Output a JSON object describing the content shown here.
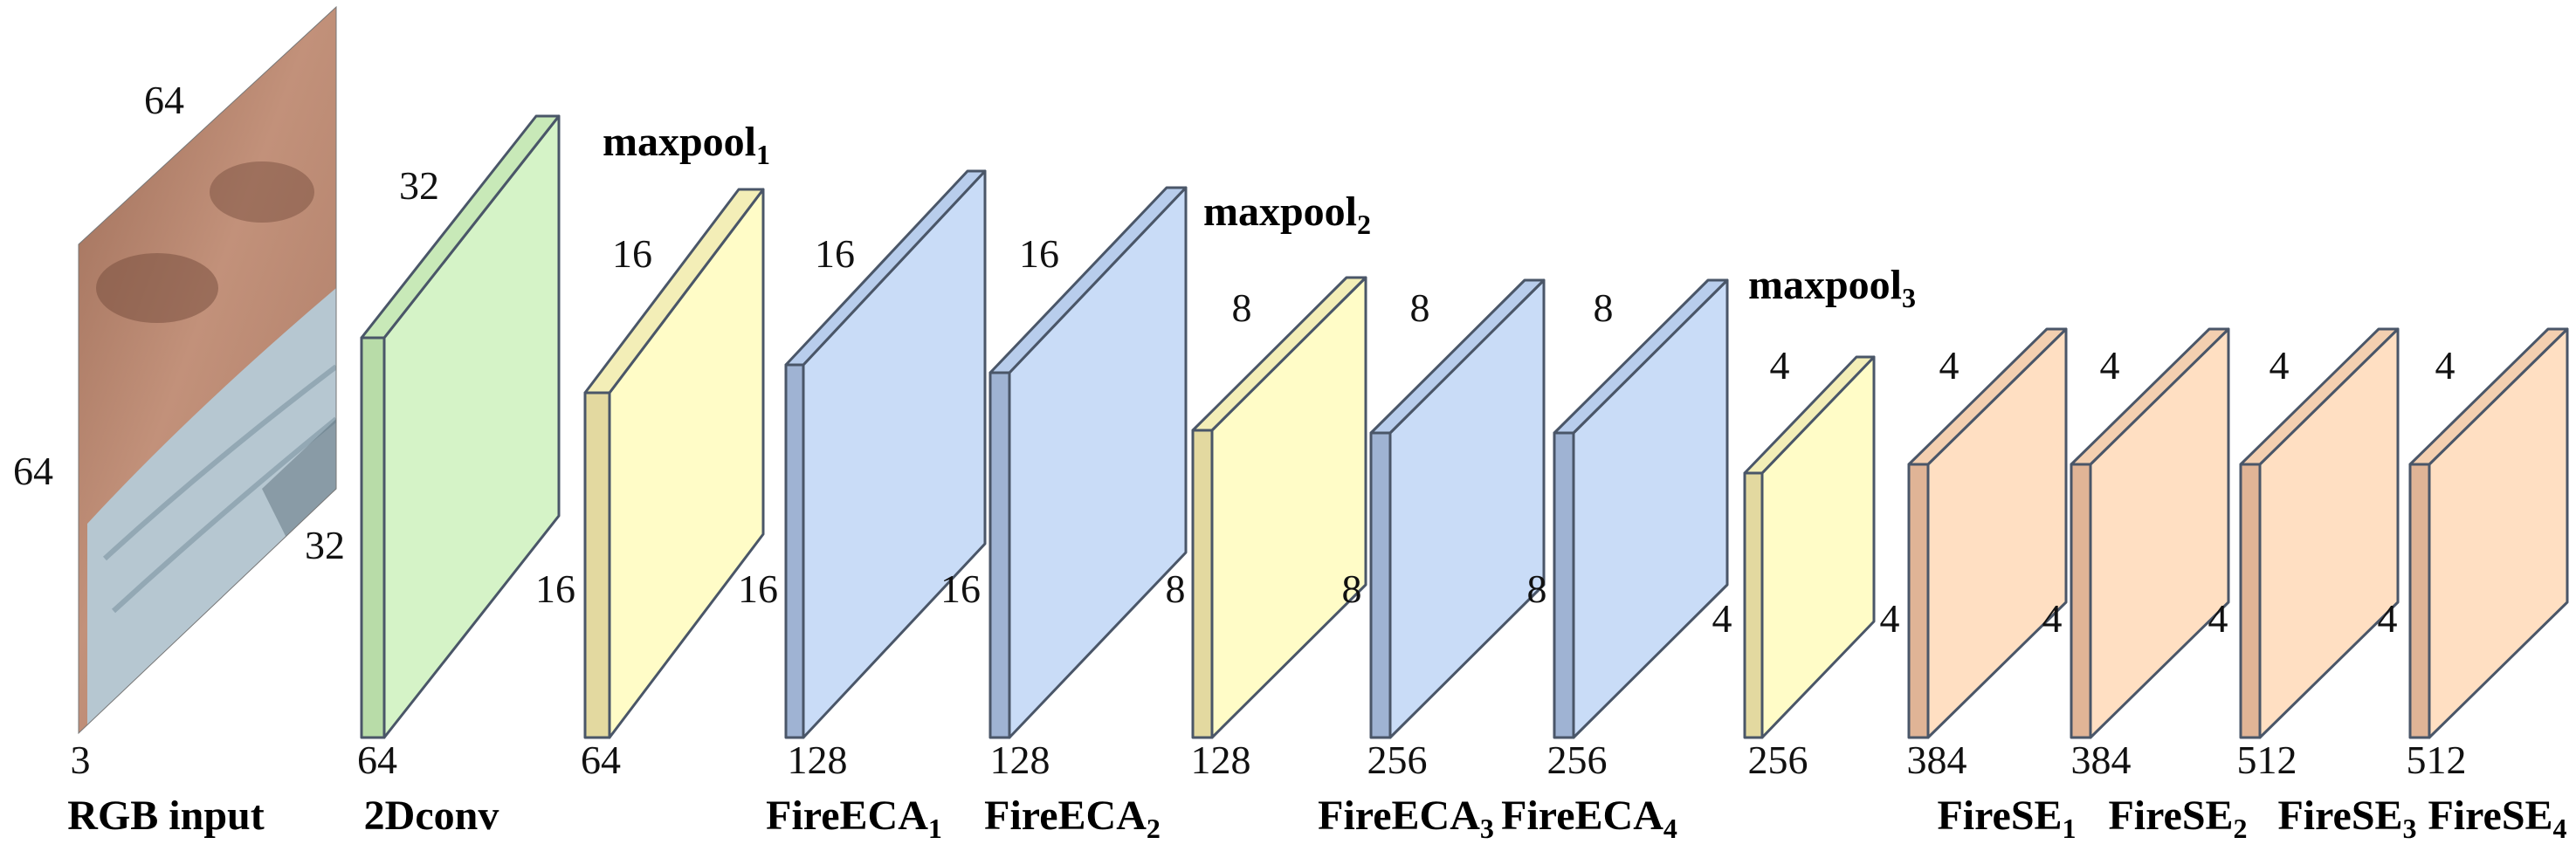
{
  "input": {
    "label": "RGB input",
    "width": "64",
    "height": "64",
    "channels": "3"
  },
  "colors": {
    "conv": [
      "#d5f3c7",
      "#b8dca8",
      "#c8e9b8"
    ],
    "pool": [
      "#fffcc7",
      "#e3d9a0",
      "#f3eeb7"
    ],
    "eca": [
      "#c9dcf7",
      "#9fb3d3",
      "#b8cdec"
    ],
    "se": [
      "#ffdfc2",
      "#e0b496",
      "#f3cfb0"
    ],
    "edge": "#4a5668",
    "photo_skin": "#b3846c",
    "photo_mask": "#b8c9d3"
  },
  "layers": [
    {
      "id": "conv",
      "kind": "conv",
      "top_label": "",
      "top_sub": "",
      "depth_value": "32",
      "height_value": "32",
      "channels": "64",
      "name": "2Dconv",
      "name_sub": ""
    },
    {
      "id": "pool1",
      "kind": "pool",
      "top_label": "maxpool",
      "top_sub": "1",
      "depth_value": "16",
      "height_value": "16",
      "channels": "64",
      "name": "",
      "name_sub": ""
    },
    {
      "id": "eca1",
      "kind": "eca",
      "top_label": "",
      "top_sub": "",
      "depth_value": "16",
      "height_value": "16",
      "channels": "128",
      "name": "FireECA",
      "name_sub": "1"
    },
    {
      "id": "eca2",
      "kind": "eca",
      "top_label": "",
      "top_sub": "",
      "depth_value": "16",
      "height_value": "16",
      "channels": "128",
      "name": "FireECA",
      "name_sub": "2"
    },
    {
      "id": "pool2",
      "kind": "pool",
      "top_label": "maxpool",
      "top_sub": "2",
      "depth_value": "8",
      "height_value": "8",
      "channels": "128",
      "name": "",
      "name_sub": ""
    },
    {
      "id": "eca3",
      "kind": "eca",
      "top_label": "",
      "top_sub": "",
      "depth_value": "8",
      "height_value": "8",
      "channels": "256",
      "name": "FireECA",
      "name_sub": "3"
    },
    {
      "id": "eca4",
      "kind": "eca",
      "top_label": "",
      "top_sub": "",
      "depth_value": "8",
      "height_value": "8",
      "channels": "256",
      "name": "FireECA",
      "name_sub": "4"
    },
    {
      "id": "pool3",
      "kind": "pool",
      "top_label": "maxpool",
      "top_sub": "3",
      "depth_value": "4",
      "height_value": "4",
      "channels": "256",
      "name": "",
      "name_sub": ""
    },
    {
      "id": "se1",
      "kind": "se",
      "top_label": "",
      "top_sub": "",
      "depth_value": "4",
      "height_value": "4",
      "channels": "384",
      "name": "FireSE",
      "name_sub": "1"
    },
    {
      "id": "se2",
      "kind": "se",
      "top_label": "",
      "top_sub": "",
      "depth_value": "4",
      "height_value": "4",
      "channels": "384",
      "name": "FireSE",
      "name_sub": "2"
    },
    {
      "id": "se3",
      "kind": "se",
      "top_label": "",
      "top_sub": "",
      "depth_value": "4",
      "height_value": "4",
      "channels": "512",
      "name": "FireSE",
      "name_sub": "3"
    },
    {
      "id": "se4",
      "kind": "se",
      "top_label": "",
      "top_sub": "",
      "depth_value": "4",
      "height_value": "4",
      "channels": "512",
      "name": "FireSE",
      "name_sub": "4"
    }
  ]
}
